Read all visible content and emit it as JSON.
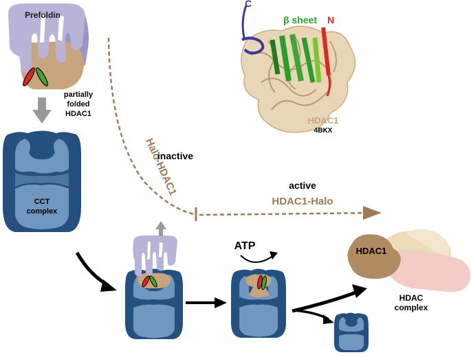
{
  "labels": {
    "prefoldin": "Prefoldin",
    "partially_folded_l1": "partially",
    "partially_folded_l2": "folded",
    "partially_folded_l3": "HDAC1",
    "cct_l1": "CCT",
    "cct_l2": "complex",
    "structure_c": "C",
    "structure_beta": "β sheet",
    "structure_n": "N",
    "structure_name": "HDAC1",
    "structure_pdb": "4BKX",
    "inactive": "inactive",
    "halo_hdac1": "Halo-HDAC1",
    "active": "active",
    "hdac1_halo": "HDAC1-Halo",
    "atp": "ATP",
    "hdac1_blob": "HDAC1",
    "hdac_complex_l1": "HDAC",
    "hdac_complex_l2": "complex"
  },
  "colors": {
    "prefoldin": "#b8b3d9",
    "prefoldin_shadow": "#9a95c4",
    "hdac1_tan": "#c8a57c",
    "hdac1_brown": "#9e7a55",
    "cct_dark": "#23507f",
    "cct_light": "#6f97bf",
    "brown_text": "#9e7a55",
    "strand_red": "#e0261e",
    "strand_green": "#3aa832",
    "beta_green": "#27a02a",
    "c_blue": "#3b3a9e",
    "n_red": "#e0261e",
    "pink": "#f2cdc8",
    "cream": "#ecdcb8",
    "black": "#000000",
    "gray_arrow": "#9a9a9a"
  }
}
